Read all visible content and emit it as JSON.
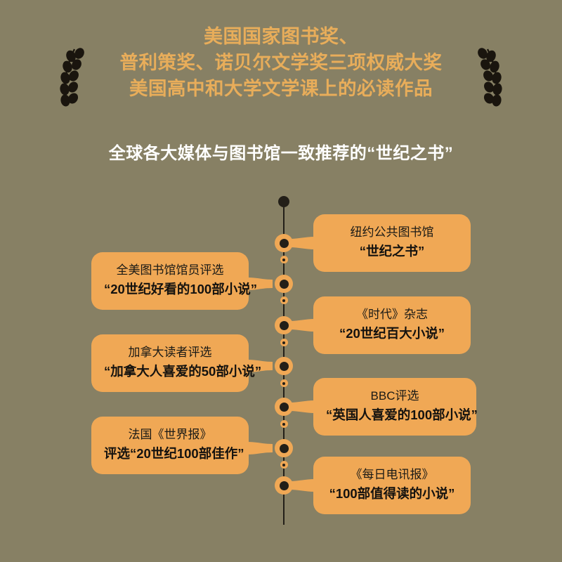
{
  "theme": {
    "background": "#878064",
    "headline_color": "#e8ad5a",
    "subheadline_color": "#ffffff",
    "card_color": "#f0a855",
    "card_text_color": "#1a1a16",
    "axis_color": "#231f18"
  },
  "header": {
    "headline_lines": [
      "美国国家图书奖、",
      "普利策奖、诺贝尔文学奖三项权威大奖",
      "美国高中和大学文学课上的必读作品"
    ],
    "subheadline": "全球各大媒体与图书馆一致推荐的“世纪之书”",
    "ornament_left": "laurel-branch-icon",
    "ornament_right": "laurel-branch-icon"
  },
  "timeline": {
    "items": [
      {
        "side": "right",
        "line1": "纽约公共图书馆",
        "line2": "“世纪之书”"
      },
      {
        "side": "left",
        "line1": "全美图书馆馆员评选",
        "line2": "“20世纪好看的100部小说”"
      },
      {
        "side": "right",
        "line1": "《时代》杂志",
        "line2": "“20世纪百大小说”"
      },
      {
        "side": "left",
        "line1": "加拿大读者评选",
        "line2": "“加拿大人喜爱的50部小说”"
      },
      {
        "side": "right",
        "line1": "BBC评选",
        "line2": "“英国人喜爱的100部小说”"
      },
      {
        "side": "left",
        "line1": "法国《世界报》",
        "line2": "评选“20世纪100部佳作”"
      },
      {
        "side": "right",
        "line1": "《每日电讯报》",
        "line2": "“100部值得读的小说”"
      }
    ]
  }
}
